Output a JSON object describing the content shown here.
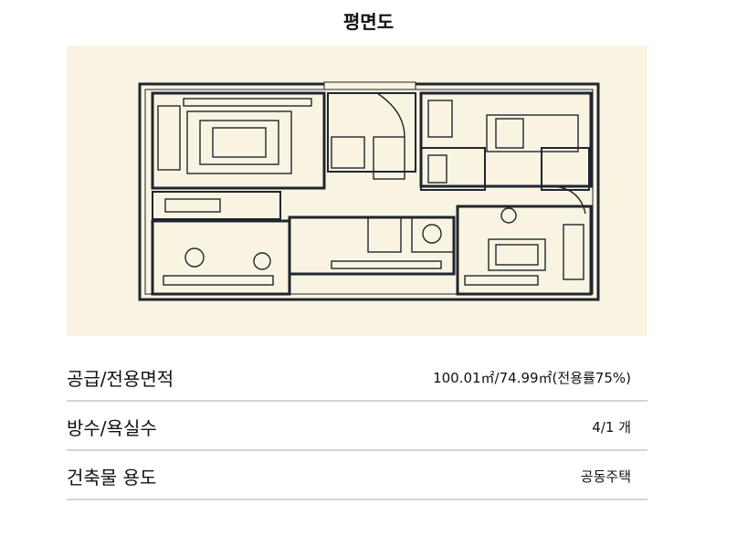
{
  "page": {
    "title": "평면도"
  },
  "floor_plan": {
    "image_name": "floor-plan-illustration",
    "background_color": "#f8f4e1",
    "line_color": "#1f2530"
  },
  "info": [
    {
      "label": "공급/전용면적",
      "value": "100.01㎡/74.99㎡(전용률75%)"
    },
    {
      "label": "방수/욕실수",
      "value": "4/1 개"
    },
    {
      "label": "건축물 용도",
      "value": "공동주택"
    }
  ],
  "colors": {
    "divider": "#d4d4d4",
    "text": "#111111"
  }
}
